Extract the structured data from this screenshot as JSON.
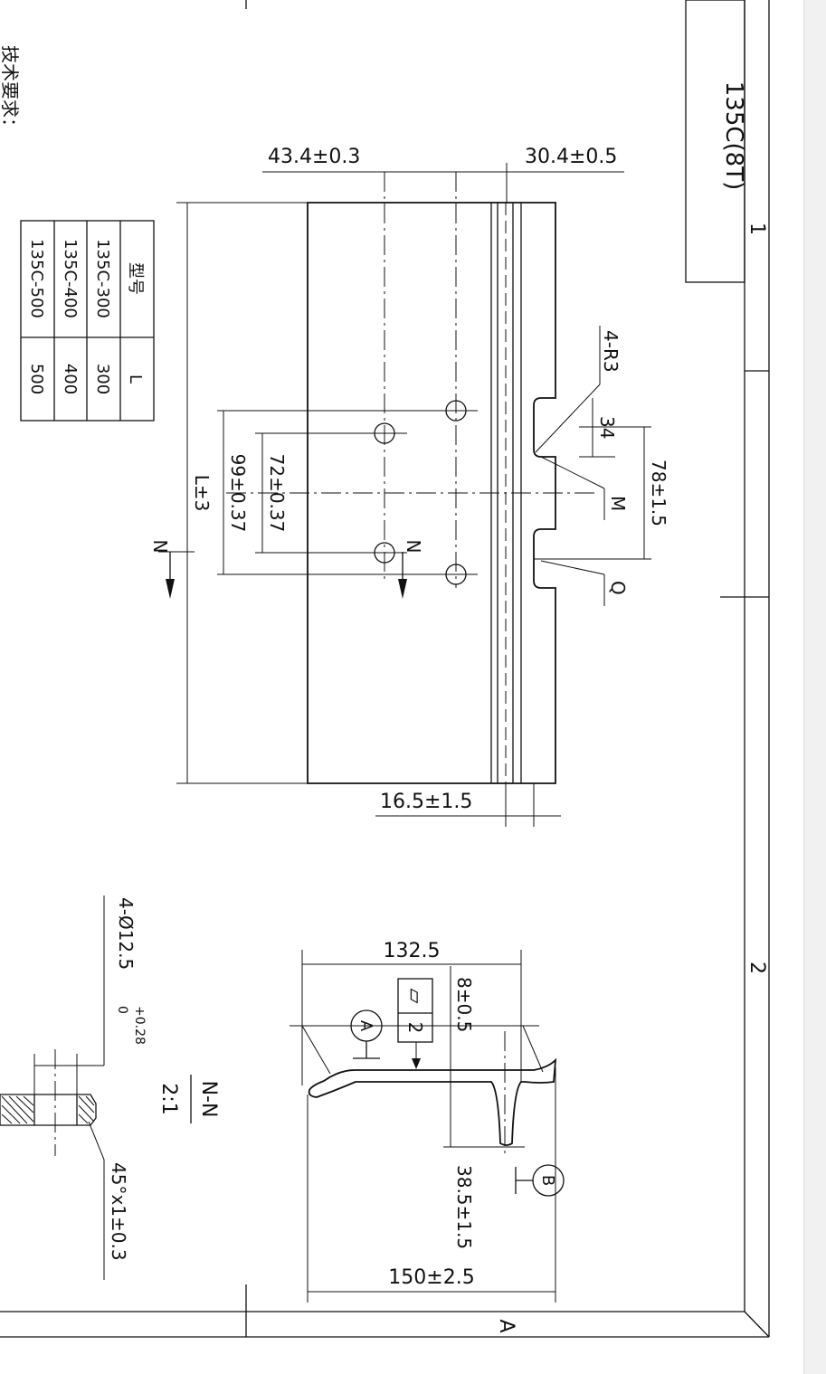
{
  "drawing": {
    "title_block": {
      "model_code": "135C(8T)",
      "zone_marks": [
        "1",
        "2",
        "A"
      ]
    },
    "tech_requirements_label": "技术要求：",
    "model_table": {
      "headers": [
        "型号",
        "L"
      ],
      "rows": [
        [
          "135C-300",
          "300"
        ],
        [
          "135C-400",
          "400"
        ],
        [
          "135C-500",
          "500"
        ]
      ]
    },
    "plan_view": {
      "dims": {
        "hole_offset_1": "43.4±0.3",
        "hole_offset_2": "30.4±0.5",
        "length": "L±3",
        "hole_pitch_1": "99±0.37",
        "hole_pitch_2": "72±0.37",
        "notch_radius": "4-R3",
        "notch_depth": "34",
        "notch_spacing": "78±1.5",
        "flange_offset": "16.5±1.5"
      },
      "labels": {
        "m": "M",
        "q": "Q",
        "section_n": "N"
      }
    },
    "section_view": {
      "dims": {
        "width_top": "132.5",
        "flatness": "8±0.5",
        "height": "38.5±1.5",
        "width_total": "150±2.5"
      },
      "flatness_symbol": "▱",
      "flatness_value": "2",
      "datum_a": "A",
      "datum_b": "B",
      "section_title": "N-N",
      "scale": "2:1"
    },
    "hole_detail": {
      "hole_callout": "4-Ø12.5",
      "tol_upper": "+0.28",
      "tol_lower": "0",
      "chamfer": "45°x1±0.3"
    }
  }
}
